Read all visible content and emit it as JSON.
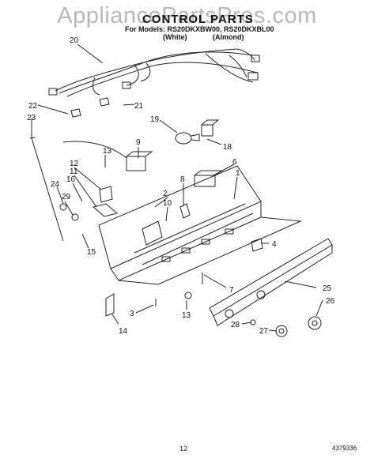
{
  "watermark": "AppliancePartsPros.com",
  "title": "CONTROL PARTS",
  "models_line": "For Models: RS20DKXBW00, RS20DKXBL00",
  "variants": [
    "(White)",
    "(Almond)"
  ],
  "page_number": "12",
  "doc_number": "4379336",
  "callouts": [
    "20",
    "21",
    "22",
    "23",
    "19",
    "18",
    "9",
    "13",
    "6",
    "1",
    "12",
    "11",
    "16",
    "8",
    "2",
    "10",
    "24",
    "29",
    "15",
    "4",
    "7",
    "25",
    "26",
    "3",
    "13",
    "28",
    "27",
    "14"
  ]
}
